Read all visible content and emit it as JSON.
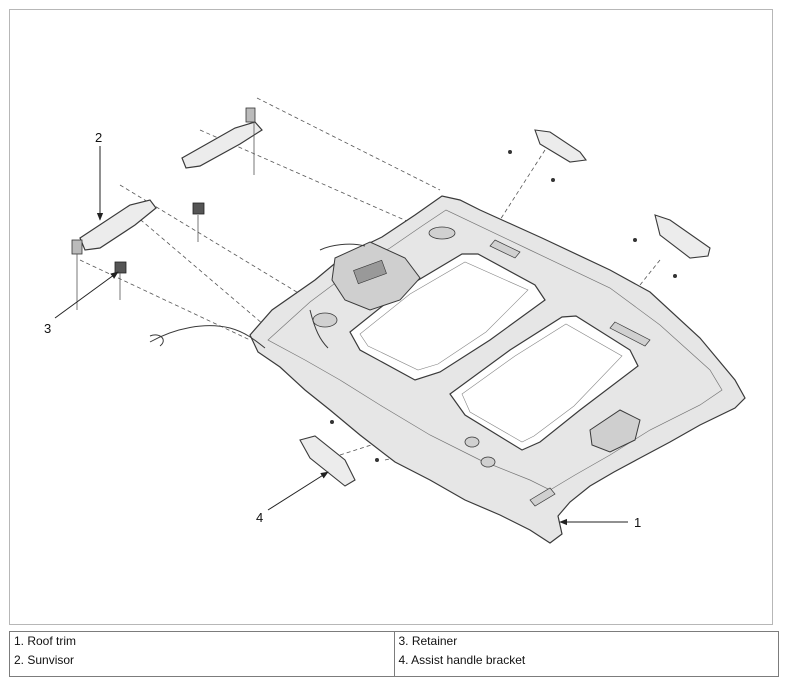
{
  "diagram": {
    "callouts": [
      {
        "number": "1",
        "part": "roof-trim"
      },
      {
        "number": "2",
        "part": "sunvisor"
      },
      {
        "number": "3",
        "part": "retainer"
      },
      {
        "number": "4",
        "part": "assist-handle-bracket"
      }
    ],
    "colors": {
      "line": "#3a3a3a",
      "fill": "#e6e6e6",
      "glass": "#ffffff",
      "background": "#ffffff"
    }
  },
  "legend": {
    "left": [
      "1. Roof trim",
      "2. Sunvisor"
    ],
    "right": [
      "3. Retainer",
      "4. Assist handle bracket"
    ]
  }
}
